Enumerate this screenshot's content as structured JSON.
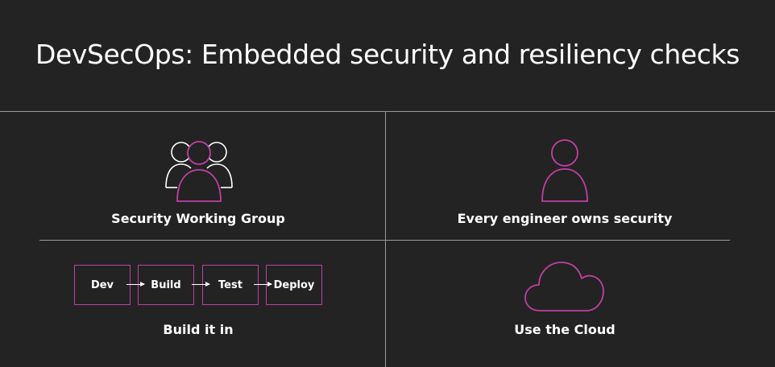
{
  "slide": {
    "title": "DevSecOps: Embedded security and resiliency checks",
    "accent_color": "#c13fa4",
    "background_color": "#232323",
    "quadrants": [
      {
        "label": "Security Working Group",
        "icon": "people-group-icon"
      },
      {
        "label": "Every engineer owns security",
        "icon": "person-icon"
      },
      {
        "label": "Build it in",
        "pipeline": [
          "Dev",
          "Build",
          "Test",
          "Deploy"
        ]
      },
      {
        "label": "Use the Cloud",
        "icon": "cloud-icon"
      }
    ]
  }
}
